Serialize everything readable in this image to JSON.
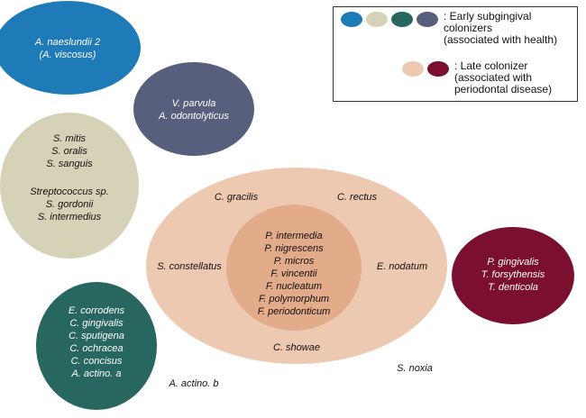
{
  "colors": {
    "early_blue": "#1f7ab8",
    "early_beige": "#d6d2b8",
    "early_teal": "#27675f",
    "early_slate": "#575f7d",
    "late_peach": "#eec9b2",
    "late_peach_inner": "#e2ab8a",
    "late_maroon": "#7a0f2e"
  },
  "legend": {
    "early_label": ": Early subgingival\ncolonizers\n(associated with health)",
    "late_label": ": Late colonizer\n(associated with\nperiodontal disease)"
  },
  "clusters": {
    "blue": [
      "A. naeslundii 2",
      "(A. viscosus)"
    ],
    "slate": [
      "V. parvula",
      "A. odontolyticus"
    ],
    "beige": [
      "S. mitis",
      "S. oralis",
      "S. sanguis",
      "",
      "Streptococcus sp.",
      "S. gordonii",
      "S. intermedius"
    ],
    "teal": [
      "E. corrodens",
      "C. gingivalis",
      "C. sputigena",
      "C. ochracea",
      "C. concisus",
      "A. actino. a"
    ],
    "orange_inner": [
      "P. intermedia",
      "P. nigrescens",
      "P. micros",
      "F. vincentii",
      "F. nucleatum",
      "F. polymorphum",
      "F. periodonticum"
    ],
    "maroon": [
      "P. gingivalis",
      "T. forsythensis",
      "T. denticola"
    ]
  },
  "labels": {
    "c_gracilis": "C. gracilis",
    "c_rectus": "C. rectus",
    "s_constellatus": "S. constellatus",
    "e_nodatum": "E. nodatum",
    "c_showae": "C. showae",
    "s_noxia": "S. noxia",
    "a_actino_b": "A. actino. b"
  }
}
